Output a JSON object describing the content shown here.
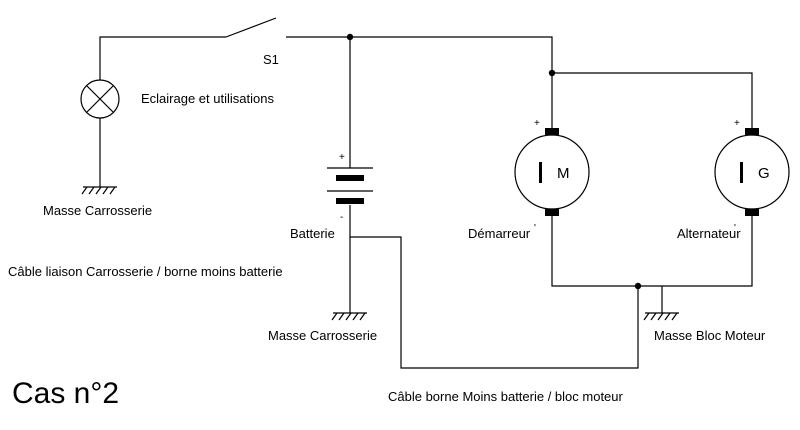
{
  "title": "Cas n°2",
  "labels": {
    "switch": "S1",
    "lamp": "Eclairage et utilisations",
    "ground_body_left": "Masse Carrosserie",
    "battery": "Batterie",
    "ground_body_battery": "Masse Carrosserie",
    "cable_body": "Câble liaison Carrosserie / borne moins batterie",
    "starter": "Démarreur",
    "alternator": "Alternateur",
    "ground_engine": "Masse Bloc Moteur",
    "cable_engine": "Câble borne Moins batterie / bloc moteur"
  },
  "symbols": {
    "plus": "+",
    "minus": "-",
    "tick": "'",
    "motor_letter": "M",
    "generator_letter": "G",
    "machine_bar": "I"
  }
}
